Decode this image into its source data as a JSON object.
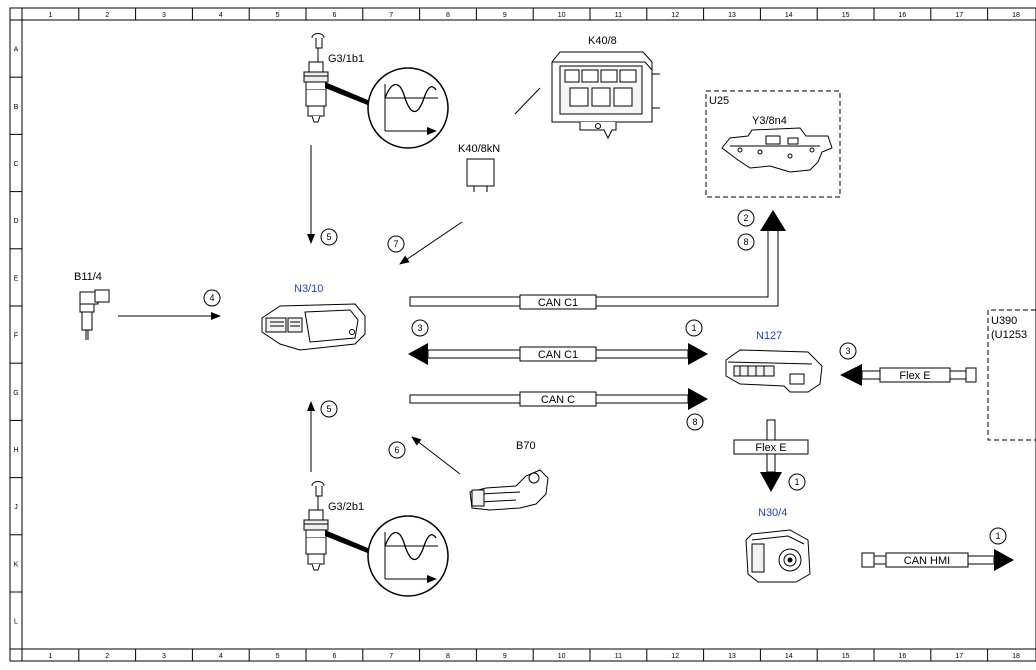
{
  "grid": {
    "columns": [
      "1",
      "2",
      "3",
      "4",
      "5",
      "6",
      "7",
      "8",
      "9",
      "10",
      "11",
      "12",
      "13",
      "14",
      "15",
      "16",
      "17",
      "18"
    ],
    "rows": [
      "A",
      "B",
      "C",
      "D",
      "E",
      "F",
      "G",
      "H",
      "J",
      "K",
      "L"
    ]
  },
  "components": {
    "g3_1b1": "G3/1b1",
    "k40_8": "K40/8",
    "k40_8kn": "K40/8kN",
    "u25": "U25",
    "y3_8n4": "Y3/8n4",
    "b11_4": "B11/4",
    "n3_10": "N3/10",
    "n127": "N127",
    "u390": "U390",
    "u1253": "(U1253",
    "b70": "B70",
    "g3_2b1": "G3/2b1",
    "n30_4": "N30/4"
  },
  "buses": {
    "can_c1_top": "CAN C1",
    "can_c1_mid": "CAN C1",
    "can_c": "CAN C",
    "flex_e_right": "Flex E",
    "flex_e_down": "Flex E",
    "can_hmi": "CAN HMI"
  },
  "callouts": {
    "c2": "2",
    "c8_top": "8",
    "c7": "7",
    "c5_top": "5",
    "c4": "4",
    "c3_left": "3",
    "c1_right": "1",
    "c8_mid": "8",
    "c3_right": "3",
    "c5_bottom": "5",
    "c6": "6",
    "c1_down": "1",
    "c1_hmi": "1"
  },
  "colors": {
    "line": "#000000",
    "blue_label": "#1f3fd6",
    "background": "#ffffff"
  }
}
